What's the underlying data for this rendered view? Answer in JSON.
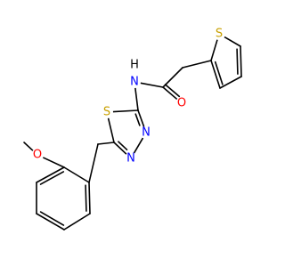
{
  "molecule": {
    "atoms": {
      "o_methoxy": {
        "label": "O",
        "color": "#ff0000"
      },
      "n_amide": {
        "label": "N",
        "color": "#0000ff"
      },
      "h_amide": {
        "label": "H",
        "color": "#000000"
      },
      "o_carbonyl": {
        "label": "O",
        "color": "#ff0000"
      },
      "s_thiadiazole": {
        "label": "S",
        "color": "#c8a000"
      },
      "n3": {
        "label": "N",
        "color": "#0000ff"
      },
      "n4": {
        "label": "N",
        "color": "#0000ff"
      },
      "s_thiophene": {
        "label": "S",
        "color": "#c8a000"
      }
    },
    "bond_color": "#000000"
  }
}
